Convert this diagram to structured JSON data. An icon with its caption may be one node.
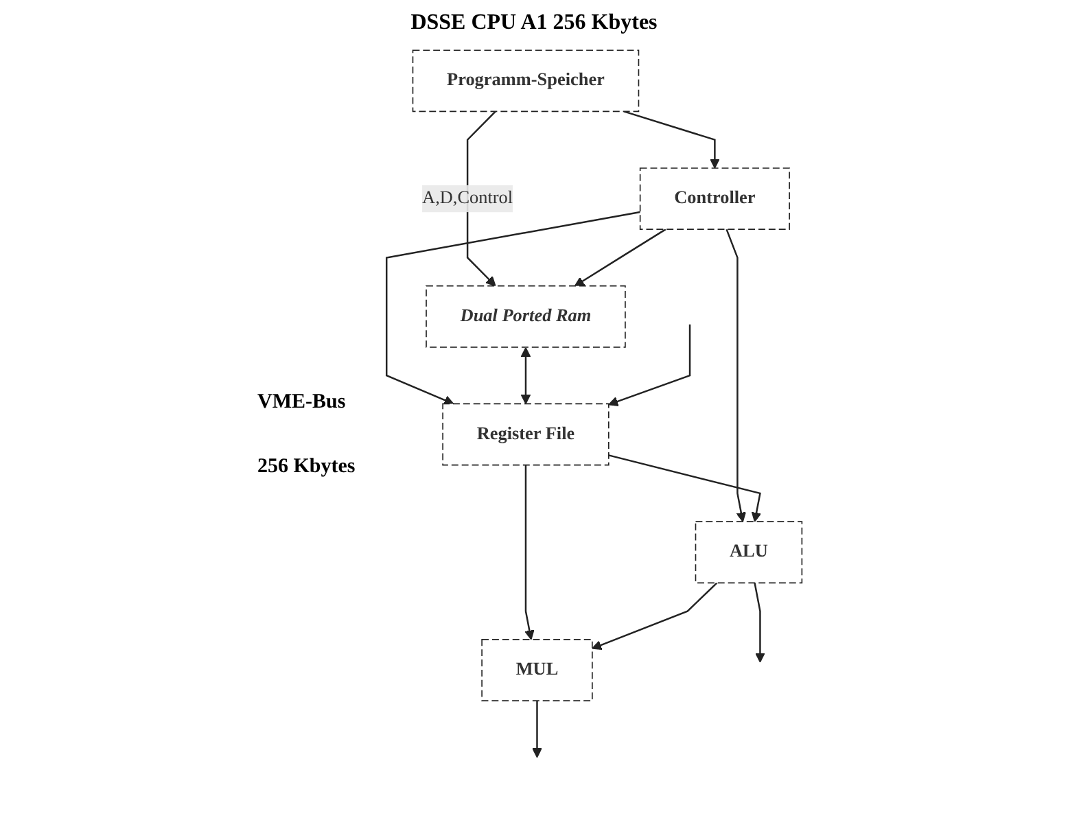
{
  "diagram": {
    "title": "DSSE CPU A1 256 Kbytes",
    "nodes": [
      {
        "text": [
          "Programm-Speicher"
        ]
      },
      {
        "text": [
          "Controller"
        ]
      },
      {
        "text": [
          "Dual Ported Ram"
        ]
      },
      {
        "text": [
          "Register File"
        ]
      },
      {
        "text": [
          "ALU"
        ]
      },
      {
        "text": [
          "MUL"
        ]
      }
    ],
    "edges": [
      {
        "from": 0,
        "to": 1,
        "arrow": "to"
      },
      {
        "from": 0,
        "to": 2,
        "arrow": "to",
        "label": "A,D,Control"
      },
      {
        "from": 1,
        "to": 2,
        "arrow": "to"
      },
      {
        "from": 1,
        "to": 3,
        "arrow": "to"
      },
      {
        "from": 1,
        "to": 4,
        "arrow": "to"
      },
      {
        "from": 2,
        "to": 3,
        "arrow": "both"
      },
      {
        "from": 3,
        "to": 4,
        "arrow": "to"
      },
      {
        "from": 3,
        "to": 5,
        "arrow": "to"
      },
      {
        "from": 4,
        "to": 5,
        "arrow": "to"
      },
      {
        "from": 4,
        "to": null,
        "arrow": "to"
      },
      {
        "from": 5,
        "to": null,
        "arrow": "to"
      },
      {
        "from": null,
        "to": 3,
        "arrow": "to"
      }
    ],
    "labels": [
      "VME-Bus",
      "256 Kbytes"
    ]
  }
}
